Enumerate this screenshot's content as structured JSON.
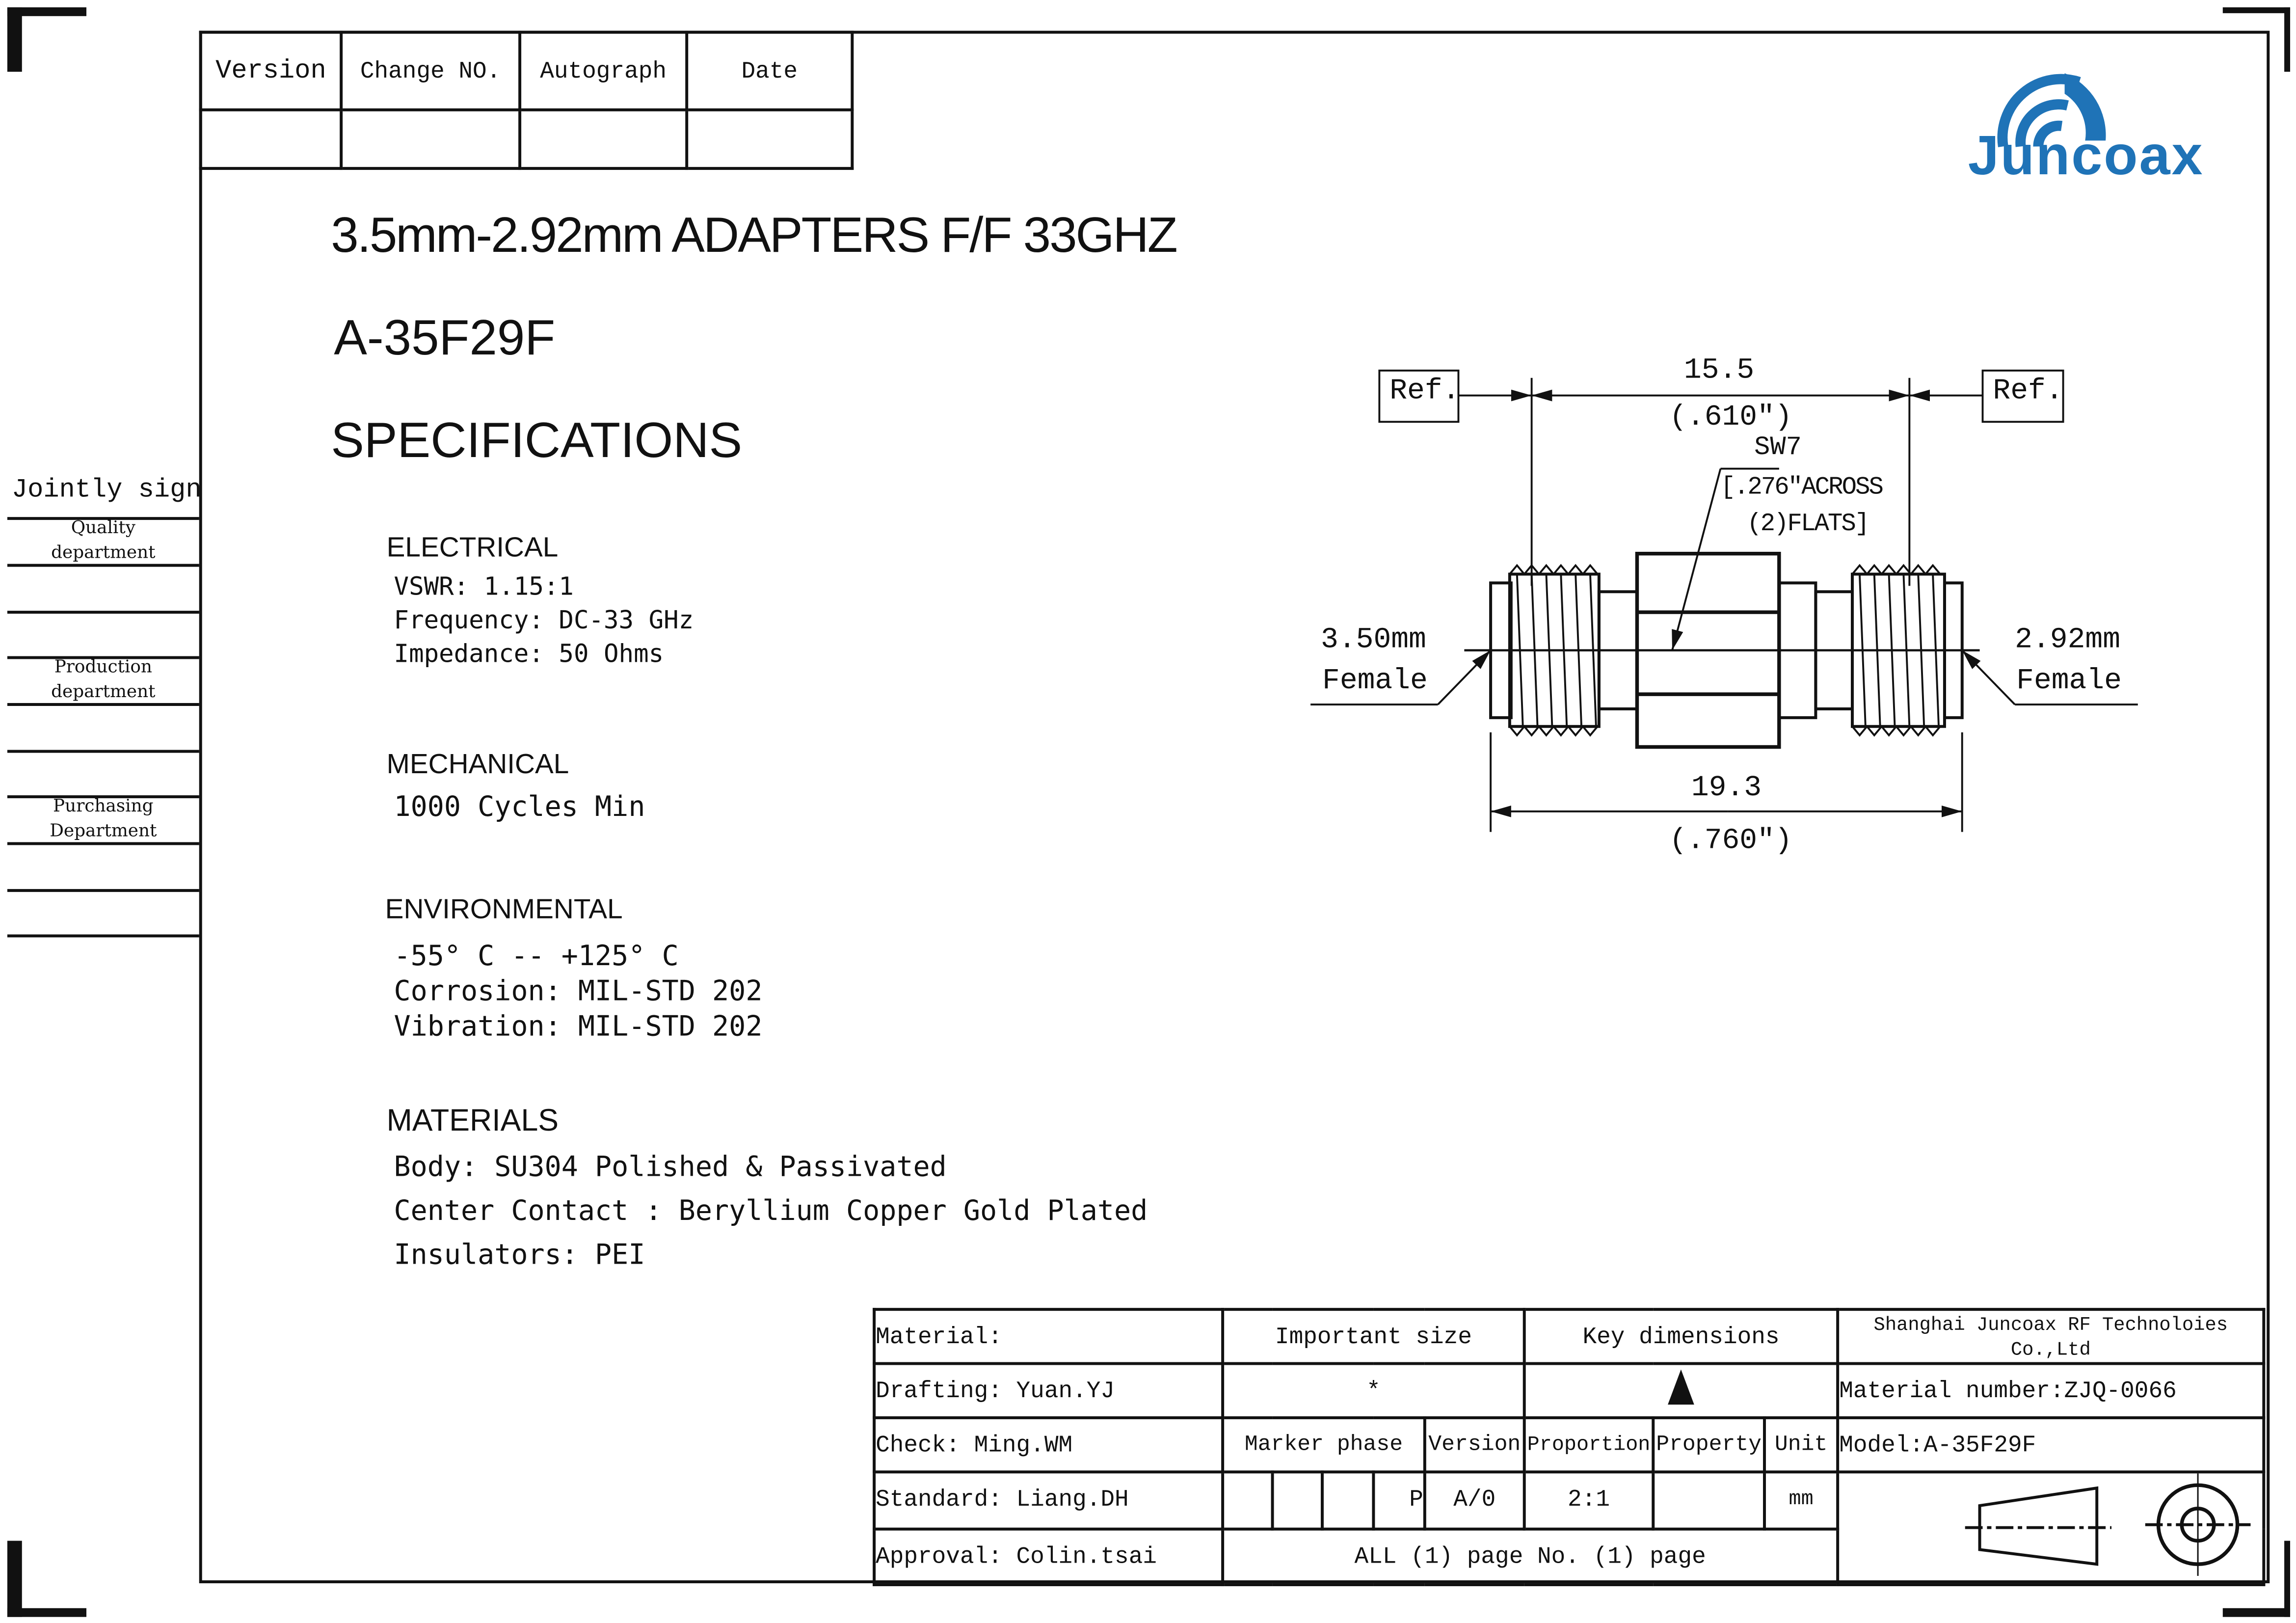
{
  "revision_table": {
    "headers": [
      "Version",
      "Change  NO.",
      "Autograph",
      "Date"
    ]
  },
  "logo": {
    "text": "Juncoax",
    "color": "#1f73b7"
  },
  "title": "3.5mm-2.92mm ADAPTERS  F/F 33GHZ",
  "part_number": "A-35F29F",
  "specs_heading": "SPECIFICATIONS",
  "sections": [
    {
      "heading": "ELECTRICAL",
      "lines": [
        "VSWR:  1.15:1",
        "Frequency: DC-33 GHz",
        "Impedance: 50 Ohms"
      ]
    },
    {
      "heading": "MECHANICAL",
      "lines": [
        "1000 Cycles Min"
      ]
    },
    {
      "heading": "ENVIRONMENTAL",
      "lines": [
        "-55° C -- +125° C",
        "Corrosion: MIL-STD 202",
        "Vibration: MIL-STD 202"
      ]
    },
    {
      "heading": "MATERIALS",
      "lines": [
        "Body: SU304 Polished & Passivated",
        "Center Contact : Beryllium Copper Gold Plated",
        "Insulators: PEI"
      ]
    }
  ],
  "sign_panel": {
    "title": "Jointly sign",
    "departments": [
      "Quality department",
      "Production department",
      "Purchasing Department"
    ]
  },
  "drawing": {
    "ref_left": "Ref.",
    "ref_right": "Ref.",
    "dim_top": "15.5",
    "dim_top_in": "(.610″)",
    "sw": "SW7",
    "sw_note1": "[.276″ACROSS",
    "sw_note2": "(2)FLATS]",
    "left_label1": "3.50mm",
    "left_label2": "Female",
    "right_label1": "2.92mm",
    "right_label2": "Female",
    "dim_bottom": "19.3",
    "dim_bottom_in": "(.760″)"
  },
  "title_block": {
    "material": "Material:",
    "important_size": "Important size",
    "key_dimensions": "Key dimensions",
    "company": "Shanghai Juncoax RF Technoloies Co.,Ltd",
    "drafting": "Drafting: Yuan.YJ",
    "important_symbol": "*",
    "material_number": "Material number:ZJQ-0066",
    "check": "Check:    Ming.WM",
    "marker_phase": "Marker phase",
    "version": "Version",
    "proportion": "Proportion",
    "property": "Property",
    "unit": "Unit",
    "model": "Model:A-35F29F",
    "standard": "Standard: Liang.DH",
    "phase_p": "P",
    "version_val": "A/0",
    "proportion_val": "2:1",
    "unit_val": "mm",
    "approval": "Approval: Colin.tsai",
    "pages": "ALL (1) page  No. (1) page"
  }
}
